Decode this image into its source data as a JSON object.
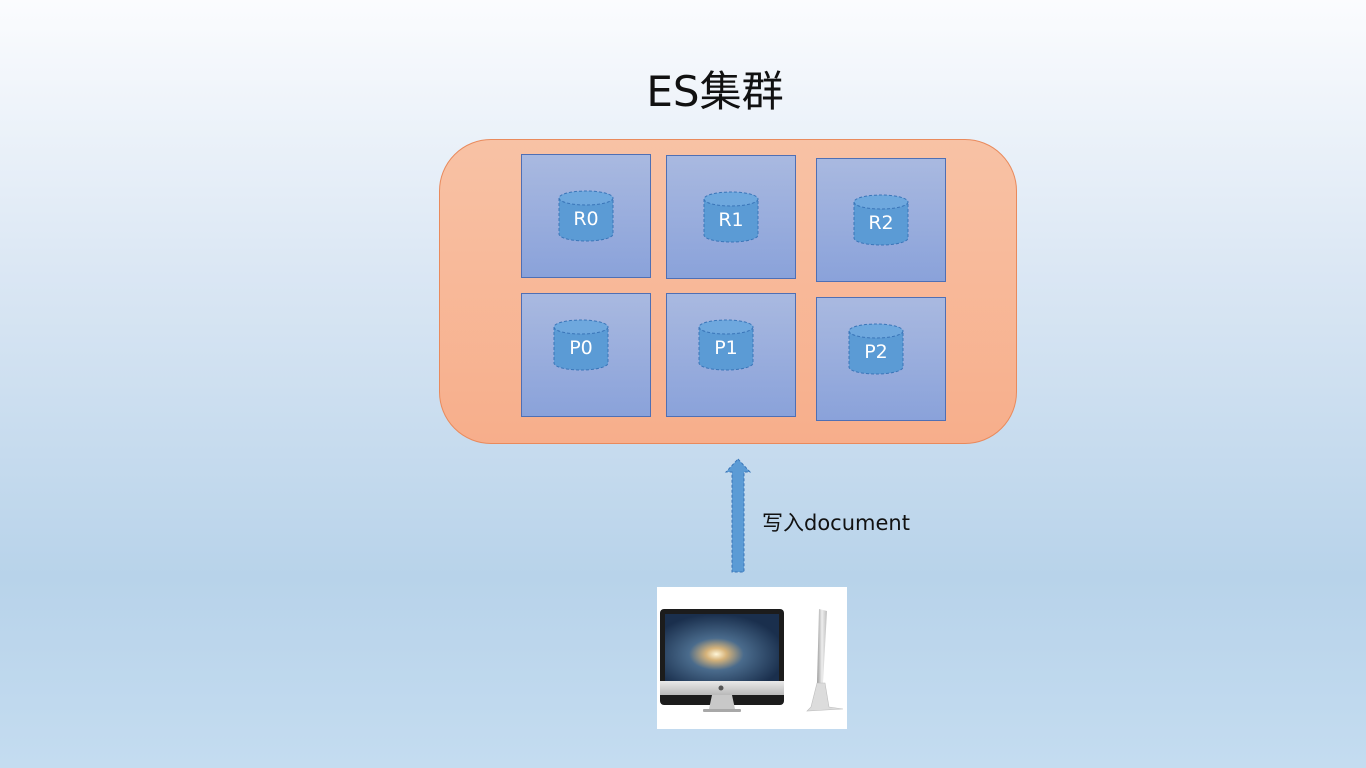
{
  "title": "ES集群",
  "nodes": [
    {
      "shard": "R0"
    },
    {
      "shard": "R1"
    },
    {
      "shard": "R2"
    },
    {
      "shard": "P0"
    },
    {
      "shard": "P1"
    },
    {
      "shard": "P2"
    }
  ],
  "arrow": {
    "label": "写入document"
  },
  "client": {
    "icon": "desktop-computer-icon"
  },
  "colors": {
    "cluster_fill": "#f8b898",
    "cluster_border": "#e98a5c",
    "node_fill": "#97ace0",
    "node_border": "#4f6fb4",
    "shard_fill": "#5b9bd5",
    "arrow_fill": "#5b9bd5"
  }
}
